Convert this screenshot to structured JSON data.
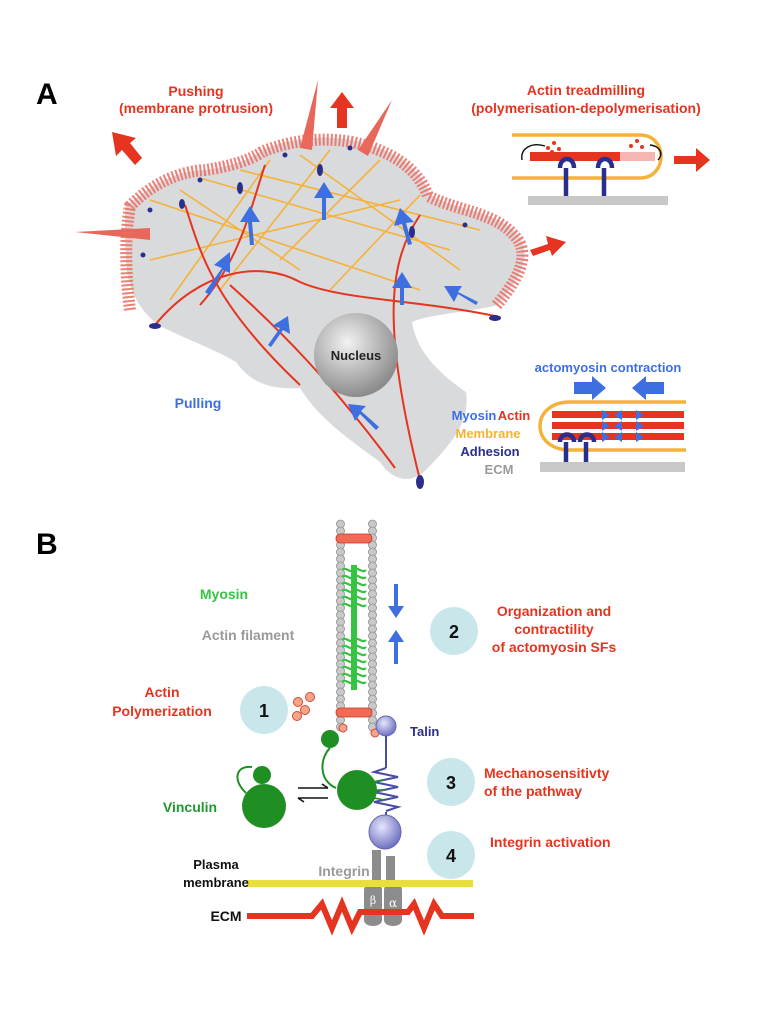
{
  "panel_a": {
    "letter": "A",
    "pushing_line1": "Pushing",
    "pushing_line2": "(membrane protrusion)",
    "treadmill_line1": "Actin treadmilling",
    "treadmill_line2": "(polymerisation-depolymerisation)",
    "nucleus": "Nucleus",
    "pulling": "Pulling",
    "actomyosin": "actomyosin contraction",
    "legend_myosin": "Myosin",
    "legend_actin": "Actin",
    "legend_membrane": "Membrane",
    "legend_adhesion": "Adhesion",
    "legend_ecm": "ECM"
  },
  "panel_b": {
    "letter": "B",
    "myosin": "Myosin",
    "actin_filament": "Actin filament",
    "actin_poly_line1": "Actin",
    "actin_poly_line2": "Polymerization",
    "talin": "Talin",
    "vinculin": "Vinculin",
    "plasma_line1": "Plasma",
    "plasma_line2": "membrane",
    "integrin": "Integrin",
    "ecm": "ECM",
    "beta": "β",
    "alpha": "α",
    "steps": [
      {
        "num": "1",
        "text": ""
      },
      {
        "num": "2",
        "line1": "Organization and",
        "line2": "contractility",
        "line3": "of actomyosin SFs"
      },
      {
        "num": "3",
        "line1": "Mechanosensitivty",
        "line2": "of the pathway"
      },
      {
        "num": "4",
        "line1": "Integrin activation"
      }
    ]
  },
  "colors": {
    "red": "#e5341f",
    "blue": "#3d6fe0",
    "orange": "#f5b23a",
    "navy": "#2b2f8c",
    "grey": "#9a9a9a",
    "cell": "#d9dadb",
    "green": "#1f9a2e",
    "yellow": "#e8df3a",
    "step_circle": "#c9e7ea"
  }
}
